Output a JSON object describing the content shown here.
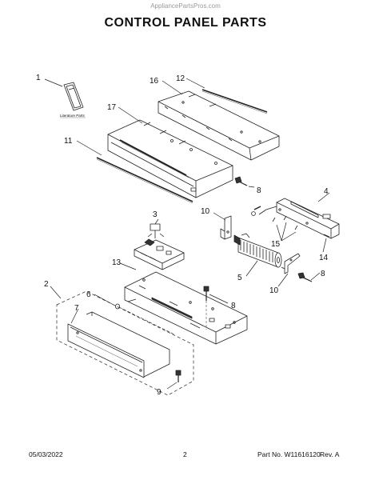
{
  "header": {
    "watermark": "AppliancePartsPros.com",
    "title": "CONTROL PANEL PARTS"
  },
  "footer": {
    "date": "05/03/2022",
    "page": "2",
    "part_no": "Part No. W11616120",
    "rev": "Rev. A"
  },
  "diagram": {
    "literature_label": "Literature Parts",
    "callouts": [
      "1",
      "2",
      "3",
      "4",
      "5",
      "6",
      "7",
      "8",
      "8",
      "8",
      "9",
      "10",
      "10",
      "11",
      "12",
      "13",
      "14",
      "15",
      "16",
      "17"
    ]
  }
}
